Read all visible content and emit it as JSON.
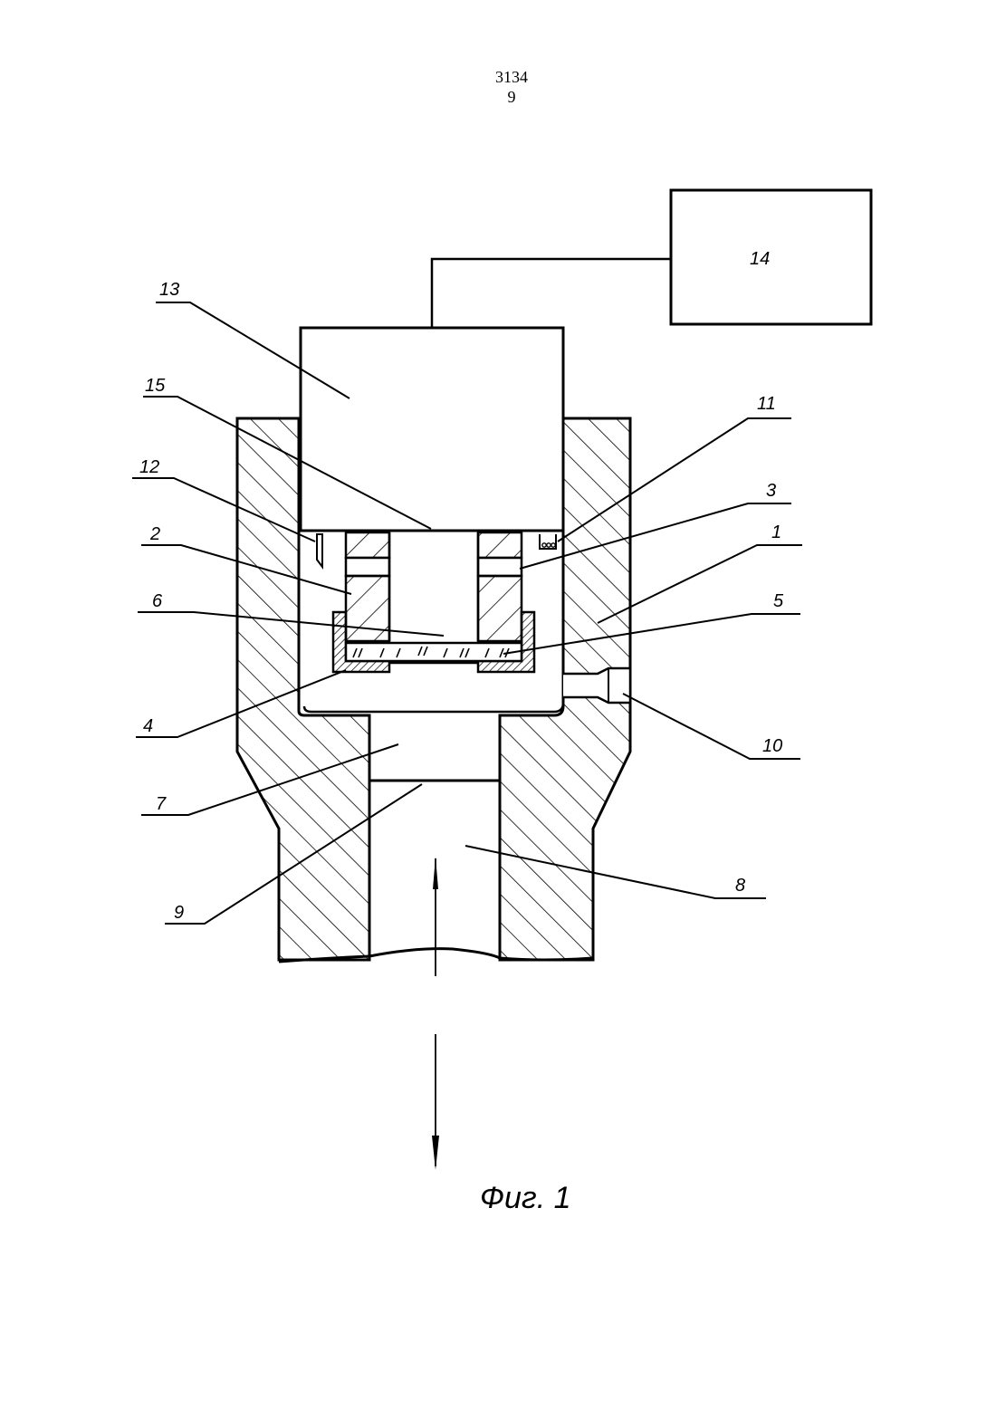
{
  "header": {
    "line1": "3134",
    "line2": "9"
  },
  "figure": {
    "caption": "Фиг. 1"
  },
  "callouts": [
    {
      "id": "c1",
      "label": "1"
    },
    {
      "id": "c2",
      "label": "2"
    },
    {
      "id": "c3",
      "label": "3"
    },
    {
      "id": "c4",
      "label": "4"
    },
    {
      "id": "c5",
      "label": "5"
    },
    {
      "id": "c6",
      "label": "6"
    },
    {
      "id": "c7",
      "label": "7"
    },
    {
      "id": "c8",
      "label": "8"
    },
    {
      "id": "c9",
      "label": "9"
    },
    {
      "id": "c10",
      "label": "10"
    },
    {
      "id": "c11",
      "label": "11"
    },
    {
      "id": "c12",
      "label": "12"
    },
    {
      "id": "c13",
      "label": "13"
    },
    {
      "id": "c14",
      "label": "14"
    },
    {
      "id": "c15",
      "label": "15"
    }
  ]
}
